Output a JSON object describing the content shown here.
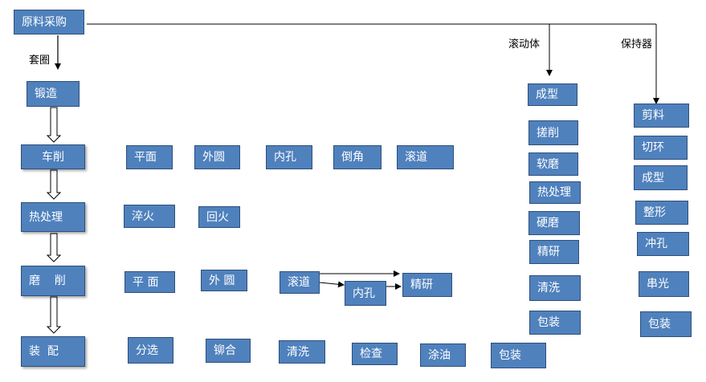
{
  "main_flow": {
    "procurement": "原料采购",
    "ring_label": "套圈",
    "steps": [
      "锻造",
      "车削",
      "热处理",
      "磨    削",
      "装  配"
    ]
  },
  "turning_ops": [
    "平面",
    "外圆",
    "内孔",
    "倒角",
    "滚道"
  ],
  "heat_ops": [
    "淬火",
    "回火"
  ],
  "grinding_ops": [
    "平 面",
    "外 圆",
    "滚道",
    "内孔",
    "精研"
  ],
  "assembly_ops": [
    "分选",
    "铆合",
    "清洗",
    "检查",
    "涂油",
    "包装"
  ],
  "rolling_element": {
    "label": "滚动体",
    "steps": [
      "成型",
      "搓削",
      "软磨",
      "热处理",
      "硬磨",
      "精研",
      "清洗",
      "包装"
    ]
  },
  "cage": {
    "label": "保持器",
    "steps": [
      "剪料",
      "切环",
      "成型",
      "整形",
      "冲孔",
      "串光",
      "包装"
    ]
  },
  "colors": {
    "box_fill": "#4f81bd",
    "box_border": "#2f4f7a",
    "line": "#000000"
  }
}
